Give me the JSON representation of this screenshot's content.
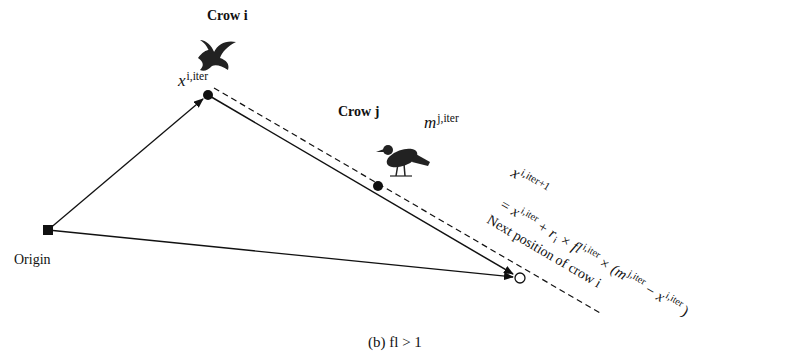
{
  "diagram": {
    "caption": "(b) fl > 1",
    "labels": [
      "Crow i",
      "x",
      "i,iter",
      "Crow j",
      "m",
      "j,iter",
      "Origin",
      "x",
      "i,iter+1",
      "= x",
      "i,iter",
      "+ r",
      "i",
      "× fl",
      "i,iter",
      "× (m",
      "j,iter",
      "− x",
      "i,iter",
      ")",
      "Next position of crow i"
    ]
  }
}
